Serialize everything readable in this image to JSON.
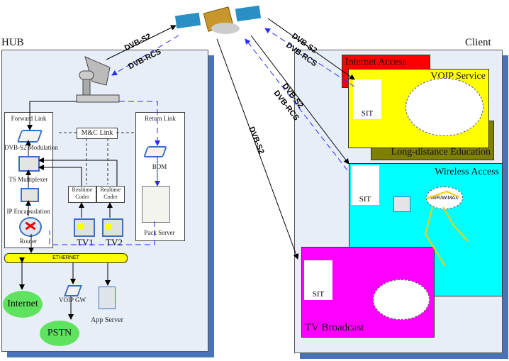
{
  "hub": {
    "title": "HUB",
    "forward_link": {
      "label": "Forward Link",
      "devices": [
        "DVB-S2 Modulation",
        "TS Multiplexer",
        "IP Encapsulation",
        "Router"
      ]
    },
    "mc_link": "M&C Link",
    "coders": [
      "Realtime Coder",
      "Realtime Coder"
    ],
    "tv_sources": [
      "TV1",
      "TV2"
    ],
    "return_link": {
      "label": "Return Link",
      "devices": [
        "BDM",
        "Pack Server"
      ]
    },
    "ethernet": "ETHERNET",
    "externals": [
      "Internet",
      "VOIP GW",
      "PSTN",
      "App Server"
    ]
  },
  "client": {
    "title": "Client",
    "services": [
      {
        "name": "Internet Access",
        "color": "#ff0000"
      },
      {
        "name": "VOIP Service",
        "color": "#ffff00"
      },
      {
        "name": "Long-distance Education",
        "color": "#7f7f00"
      },
      {
        "name": "Wireless Access",
        "color": "#00ffff"
      },
      {
        "name": "TV Broadcast",
        "color": "#ff00ff"
      }
    ],
    "sit_label": "SIT",
    "wifi_label": "WiFi/WiMAX"
  },
  "links": {
    "dvb_s2": "DVB-S2",
    "dvb_rcs": "DVB-RCS"
  },
  "colors": {
    "panel_bg": "#e8eef8",
    "panel_shadow": "#4a72b8",
    "return_link_line": "#2b2bff",
    "ethernet": "#ffff00",
    "cloud_green": "#5fe35f"
  }
}
